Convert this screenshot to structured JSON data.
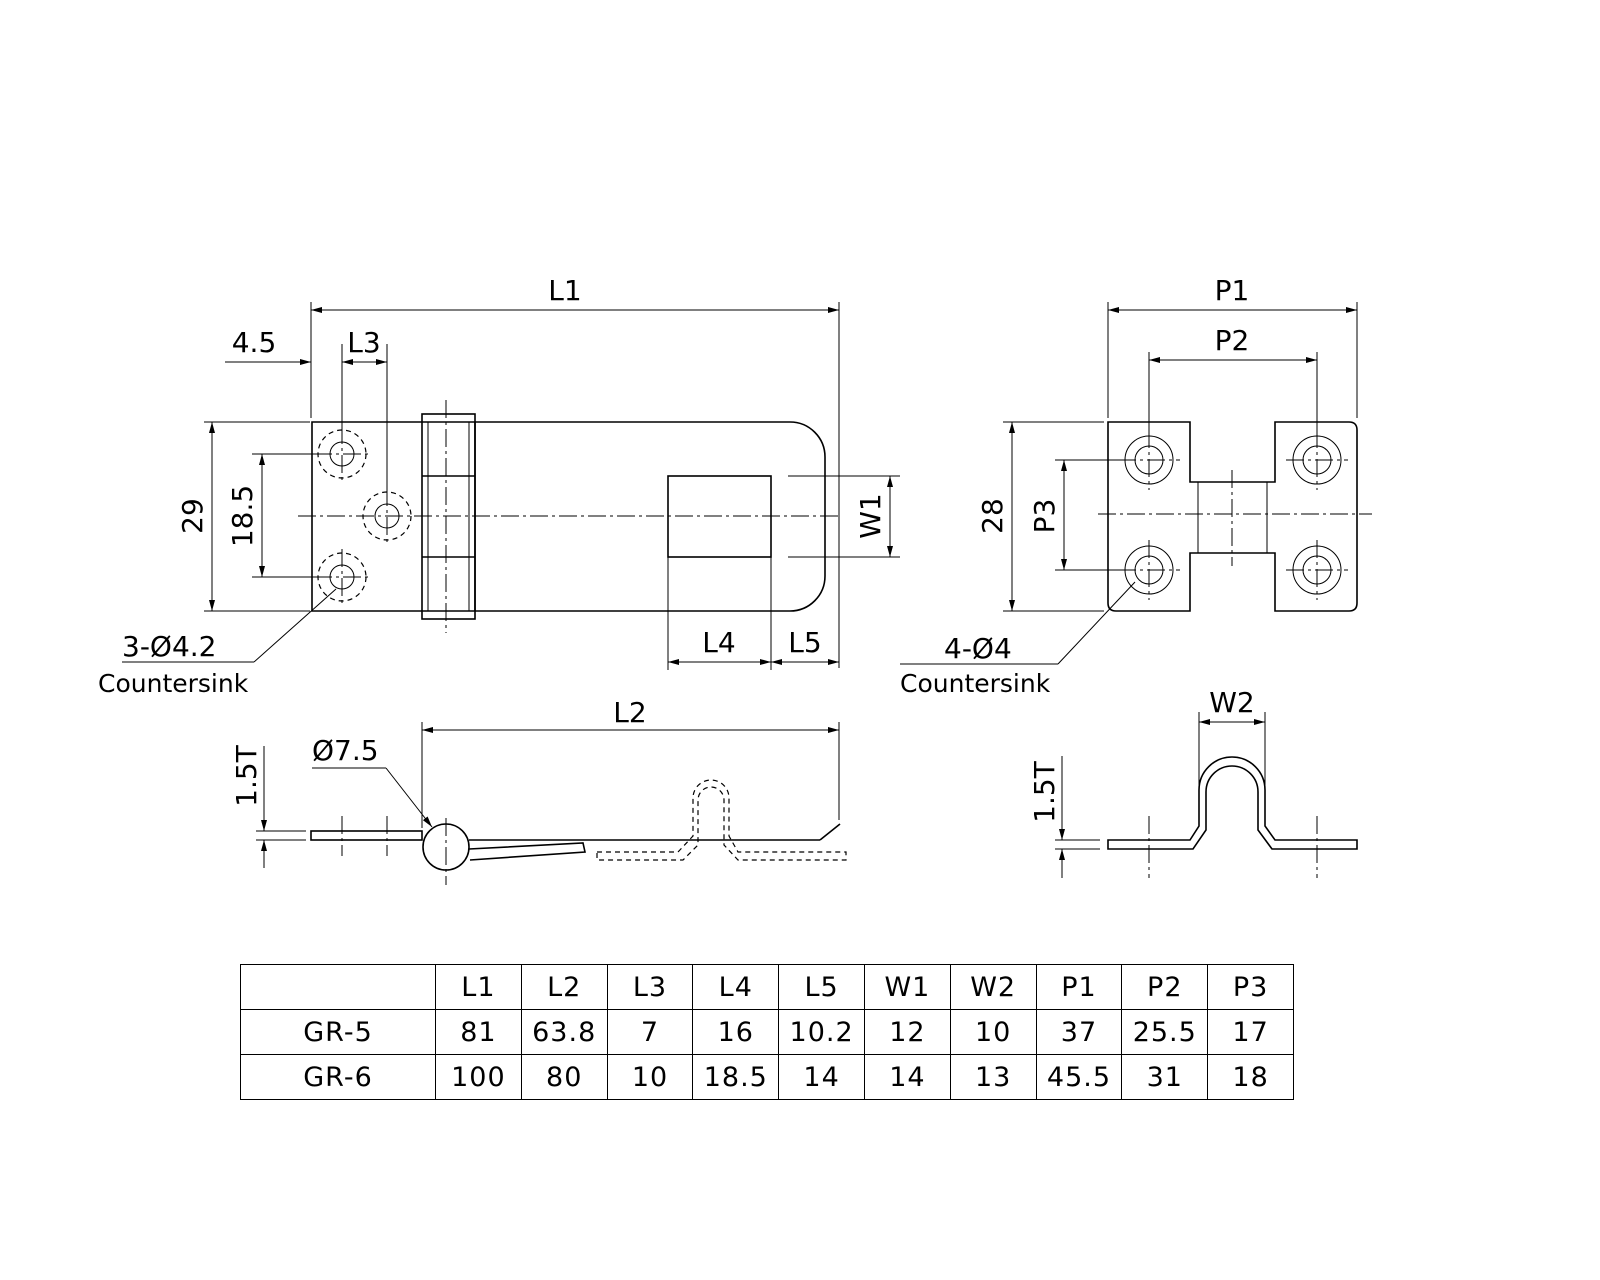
{
  "dimensions": {
    "L1": "L1",
    "L2": "L2",
    "L3": "L3",
    "L4": "L4",
    "L5": "L5",
    "W1": "W1",
    "W2": "W2",
    "P1": "P1",
    "P2": "P2",
    "P3": "P3",
    "d45": "4.5",
    "d29": "29",
    "d185": "18.5",
    "d28": "28",
    "phi75": "Ø7.5",
    "t15a": "1.5T",
    "t15b": "1.5T"
  },
  "notes": {
    "hasp_holes": "3-Ø4.2",
    "hasp_holes_type": "Countersink",
    "staple_holes": "4-Ø4",
    "staple_holes_type": "Countersink"
  },
  "table": {
    "headers": [
      "",
      "L1",
      "L2",
      "L3",
      "L4",
      "L5",
      "W1",
      "W2",
      "P1",
      "P2",
      "P3"
    ],
    "rows": [
      [
        "GR-5",
        "81",
        "63.8",
        "7",
        "16",
        "10.2",
        "12",
        "10",
        "37",
        "25.5",
        "17"
      ],
      [
        "GR-6",
        "100",
        "80",
        "10",
        "18.5",
        "14",
        "14",
        "13",
        "45.5",
        "31",
        "18"
      ]
    ]
  }
}
